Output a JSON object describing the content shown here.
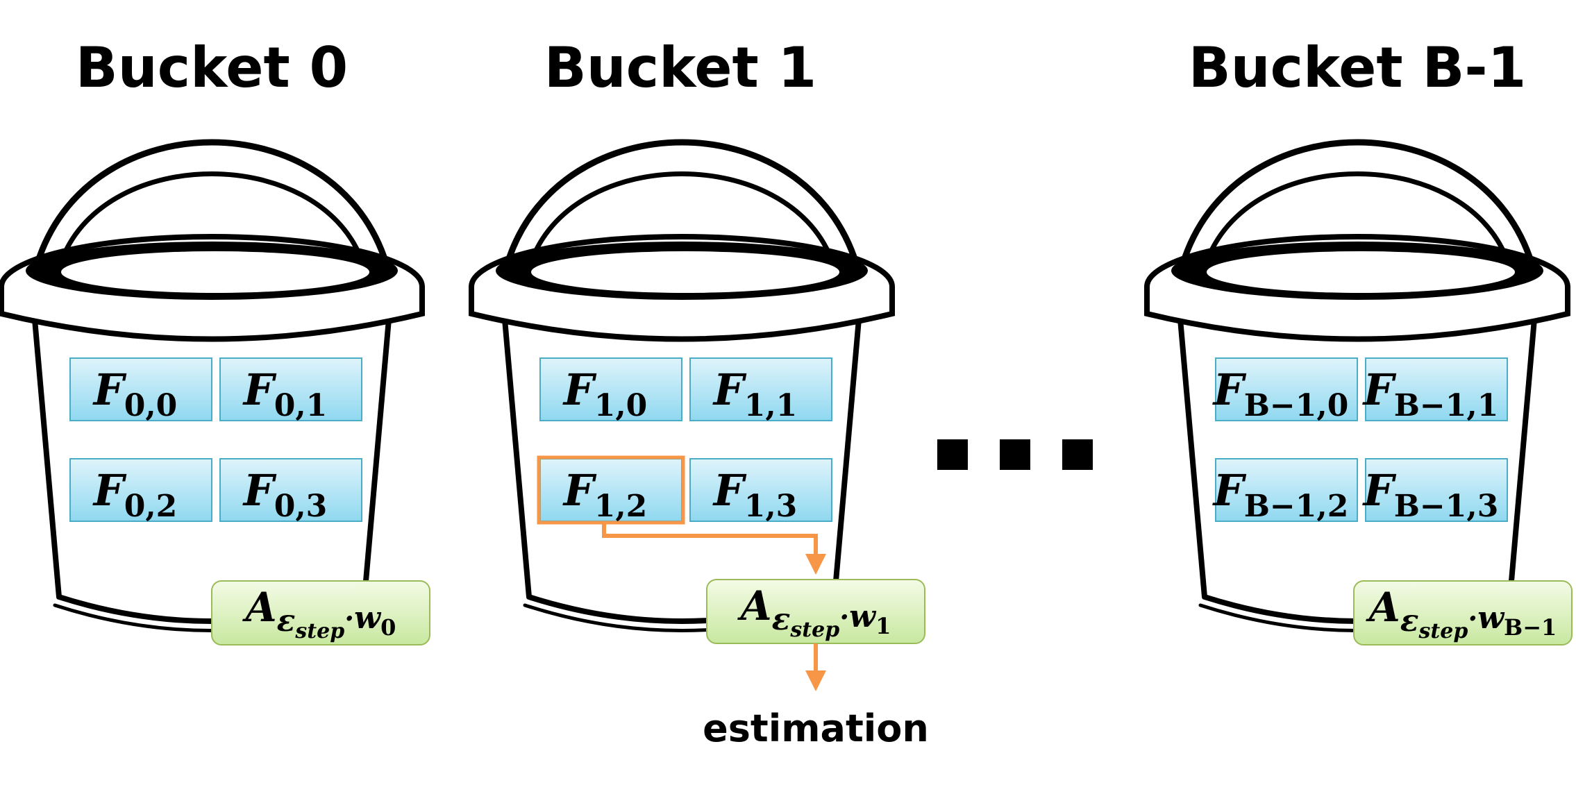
{
  "buckets": [
    {
      "title": "Bucket 0",
      "cells": [
        {
          "base": "F",
          "sub": "0,0"
        },
        {
          "base": "F",
          "sub": "0,1"
        },
        {
          "base": "F",
          "sub": "0,2"
        },
        {
          "base": "F",
          "sub": "0,3"
        }
      ],
      "accumulator": {
        "base": "A",
        "sub1": "ε",
        "sub1_sub": "step",
        "dot": "·",
        "sub2": "w",
        "sub2_sub": "0"
      }
    },
    {
      "title": "Bucket 1",
      "cells": [
        {
          "base": "F",
          "sub": "1,0"
        },
        {
          "base": "F",
          "sub": "1,1"
        },
        {
          "base": "F",
          "sub": "1,2",
          "highlighted": true
        },
        {
          "base": "F",
          "sub": "1,3"
        }
      ],
      "accumulator": {
        "base": "A",
        "sub1": "ε",
        "sub1_sub": "step",
        "dot": "·",
        "sub2": "w",
        "sub2_sub": "1"
      }
    },
    {
      "title": "Bucket B-1",
      "cells": [
        {
          "base": "F",
          "sub": "B−1,0"
        },
        {
          "base": "F",
          "sub": "B−1,1"
        },
        {
          "base": "F",
          "sub": "B−1,2"
        },
        {
          "base": "F",
          "sub": "B−1,3"
        }
      ],
      "accumulator": {
        "base": "A",
        "sub1": "ε",
        "sub1_sub": "step",
        "dot": "·",
        "sub2": "w",
        "sub2_sub": "B−1"
      }
    }
  ],
  "ellipsis": "■ ■ ■",
  "output_label": "estimation",
  "colors": {
    "cell_fill_top": "#dff4fb",
    "cell_fill_bottom": "#8fd8f0",
    "cell_stroke": "#4bacc6",
    "acc_fill_top": "#f4fbe6",
    "acc_fill_bottom": "#c8e8a0",
    "acc_stroke": "#9bbb59",
    "highlight": "#f79646"
  }
}
